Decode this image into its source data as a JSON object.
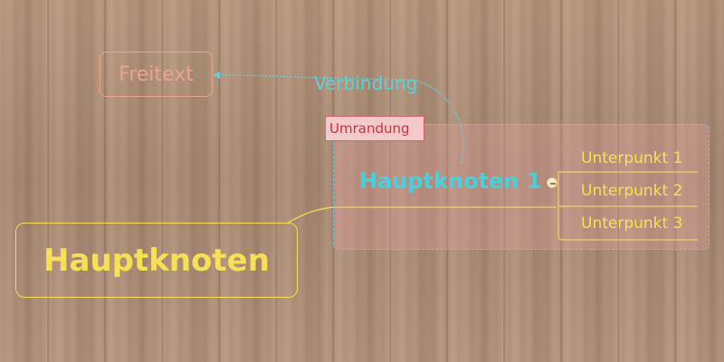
{
  "diagram": {
    "free_text": "Freitext",
    "relationship_label": "Verbindung",
    "boundary_label": "Umrandung",
    "central_topic": "Hauptknoten",
    "main_topic": "Hauptknoten 1",
    "subtopics": [
      "Unterpunkt 1",
      "Unterpunkt 2",
      "Unterpunkt 3"
    ]
  },
  "colors": {
    "background": "#a98a72",
    "free_text": "#e9a58d",
    "relationship": "#5fd0dc",
    "boundary_fill": "#f3c9c9",
    "boundary_text": "#cf3240",
    "main_topic": "#42d3e0",
    "central_topic": "#f7e054",
    "subtopic": "#f7e054"
  },
  "icons": {
    "collapse": "collapse-minus-icon",
    "arrow": "arrow-head-icon"
  }
}
